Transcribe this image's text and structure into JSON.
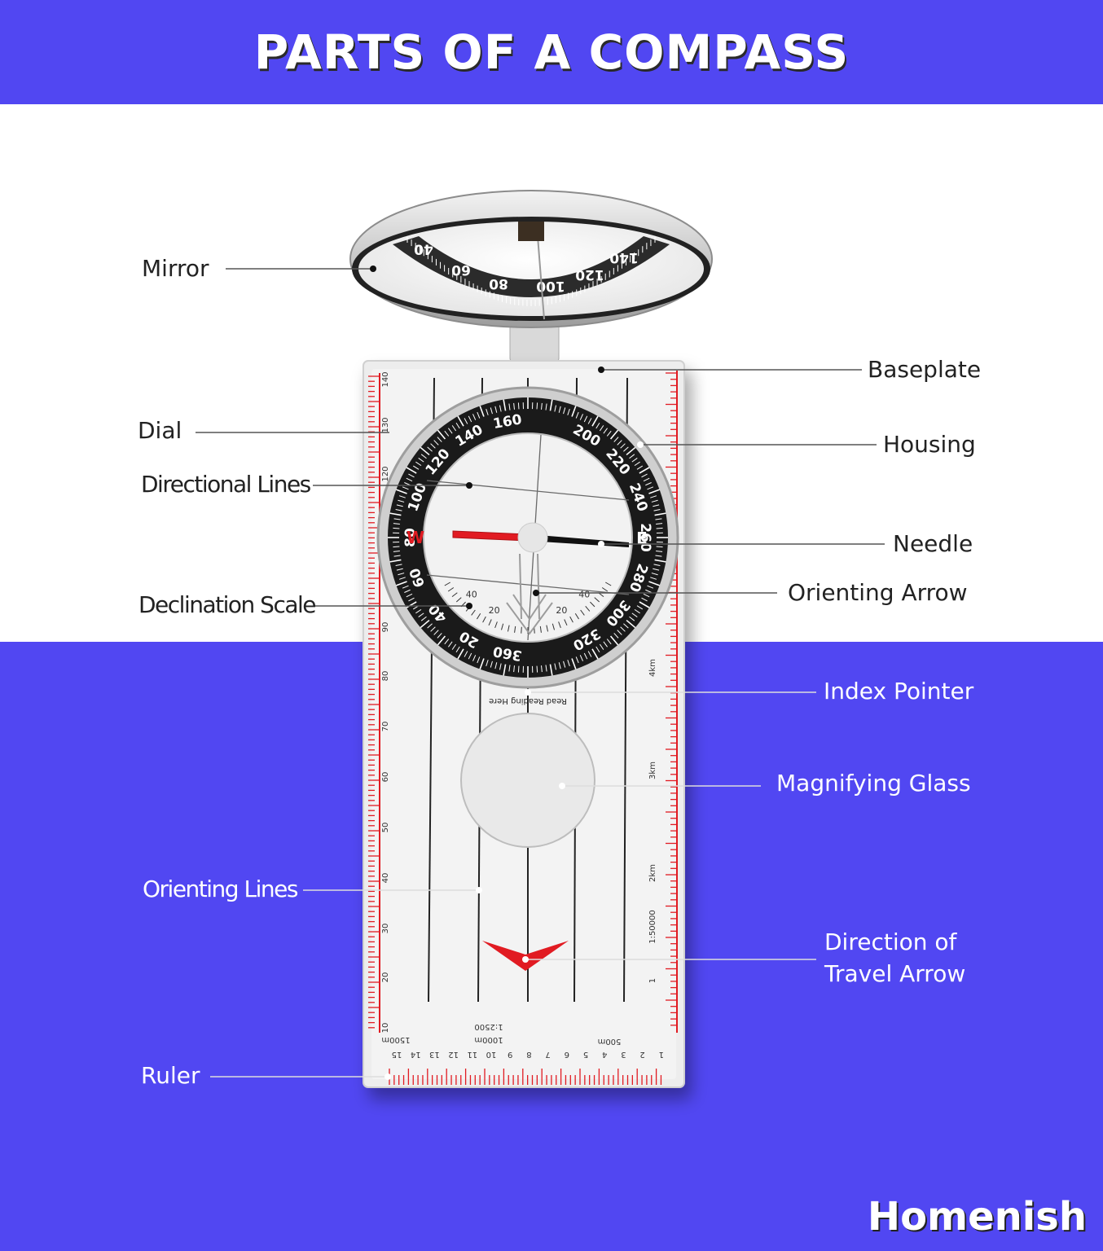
{
  "title": "PARTS OF A COMPASS",
  "brand": "Homenish",
  "colors": {
    "band": "#5147f2",
    "background": "#ffffff",
    "needle_north": "#e11b22",
    "needle_south": "#111111",
    "scale_red": "#e11b22"
  },
  "labels": {
    "mirror": "Mirror",
    "dial": "Dial",
    "directional_lines": "Directional Lines",
    "declination_scale": "Declination Scale",
    "orienting_lines": "Orienting Lines",
    "ruler": "Ruler",
    "baseplate": "Baseplate",
    "housing": "Housing",
    "needle": "Needle",
    "orienting_arrow": "Orienting Arrow",
    "index_pointer": "Index Pointer",
    "magnifying_glass": "Magnifying Glass",
    "direction_of_travel_arrow_line1": "Direction of",
    "direction_of_travel_arrow_line2": "Travel Arrow"
  },
  "compass": {
    "dial_numbers": [
      "20",
      "40",
      "60",
      "80",
      "100",
      "120",
      "140",
      "160",
      "200",
      "220",
      "240",
      "260",
      "280",
      "300",
      "320",
      "360"
    ],
    "cardinal_west": "W",
    "cardinal_east": "E",
    "declination_numbers": [
      "40",
      "20",
      "20",
      "40"
    ],
    "mirror_numbers": [
      "40",
      "60",
      "80",
      "100",
      "120",
      "140"
    ],
    "read_here": "Read Reading Here",
    "left_scale": [
      "140",
      "130",
      "120",
      "90",
      "80",
      "70",
      "60",
      "50",
      "40",
      "30",
      "20",
      "10"
    ],
    "right_scale": [
      "4km",
      "3km",
      "2km",
      "1:50000",
      "1"
    ],
    "bottom_scale_text": [
      "1:2500",
      "1000m",
      "1500m",
      "500m"
    ],
    "ruler_numbers": [
      "15",
      "14",
      "13",
      "12",
      "11",
      "10",
      "9",
      "8",
      "7",
      "6",
      "5",
      "4",
      "3",
      "2",
      "1"
    ]
  }
}
